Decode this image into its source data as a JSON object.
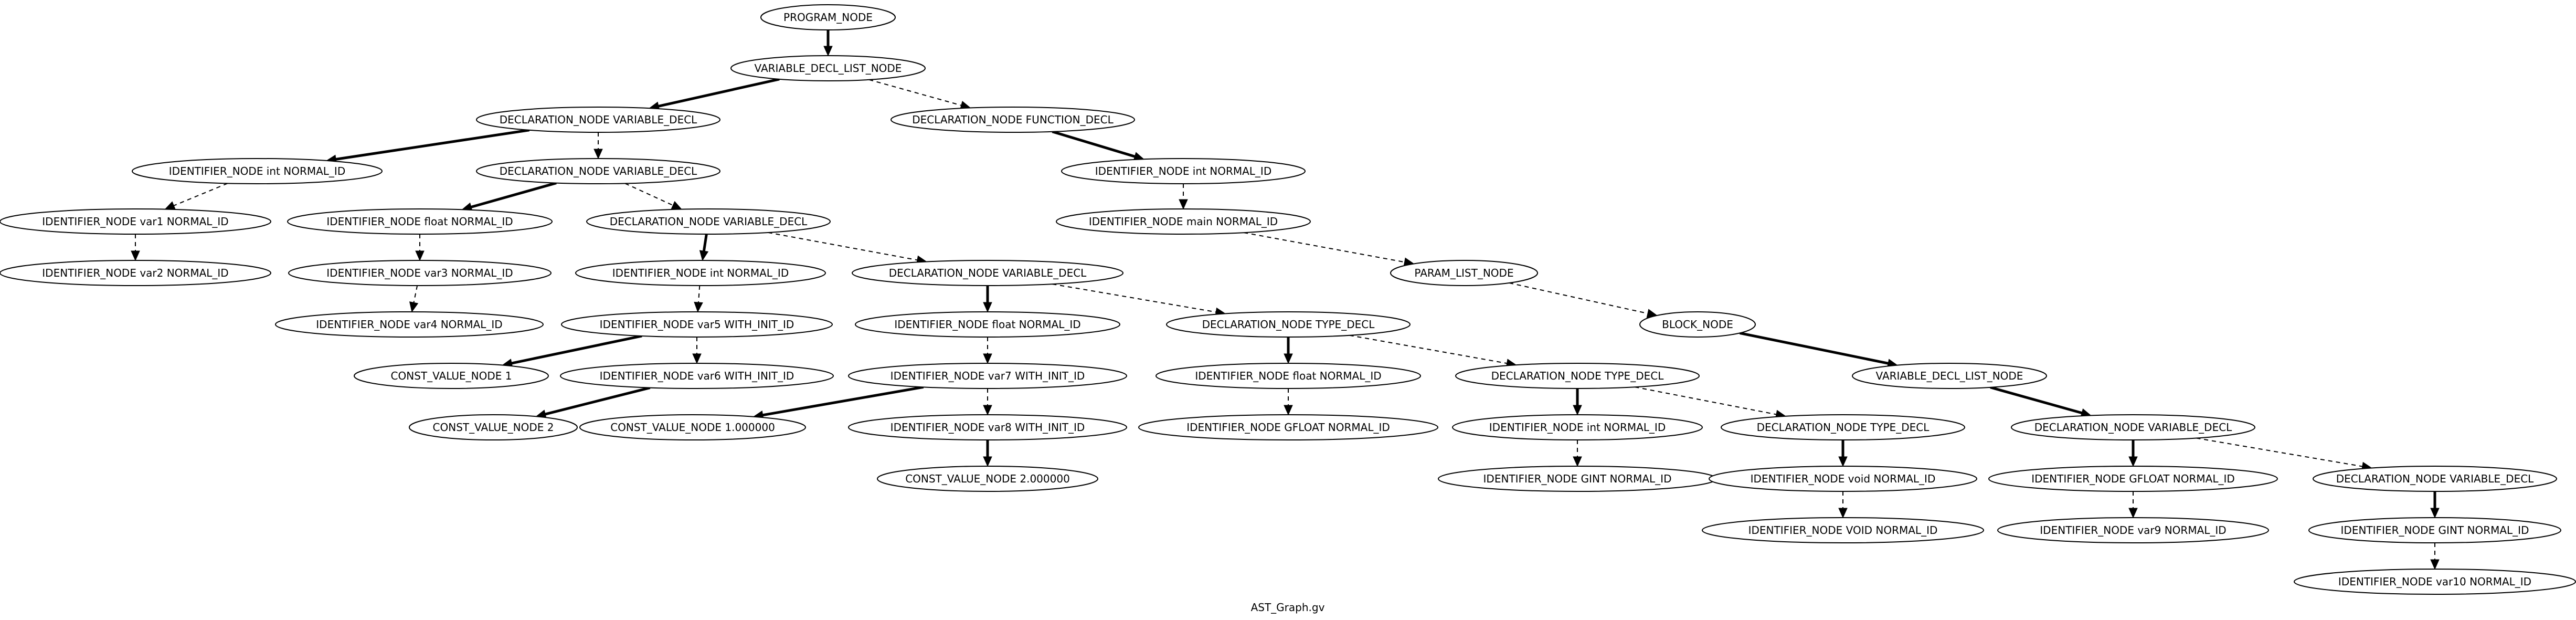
{
  "graph": {
    "caption": "AST_Graph.gv",
    "nodes": [
      {
        "id": "n0",
        "label": "PROGRAM_NODE"
      },
      {
        "id": "n1",
        "label": "VARIABLE_DECL_LIST_NODE"
      },
      {
        "id": "n2",
        "label": "DECLARATION_NODE VARIABLE_DECL"
      },
      {
        "id": "n3",
        "label": "DECLARATION_NODE FUNCTION_DECL"
      },
      {
        "id": "n4",
        "label": "IDENTIFIER_NODE int NORMAL_ID"
      },
      {
        "id": "n5",
        "label": "DECLARATION_NODE VARIABLE_DECL"
      },
      {
        "id": "n6",
        "label": "IDENTIFIER_NODE var1 NORMAL_ID"
      },
      {
        "id": "n7",
        "label": "IDENTIFIER_NODE var2 NORMAL_ID"
      },
      {
        "id": "n8",
        "label": "IDENTIFIER_NODE float NORMAL_ID"
      },
      {
        "id": "n9",
        "label": "DECLARATION_NODE VARIABLE_DECL"
      },
      {
        "id": "n10",
        "label": "IDENTIFIER_NODE var3 NORMAL_ID"
      },
      {
        "id": "n11",
        "label": "IDENTIFIER_NODE var4 NORMAL_ID"
      },
      {
        "id": "n12",
        "label": "IDENTIFIER_NODE int NORMAL_ID"
      },
      {
        "id": "n13",
        "label": "DECLARATION_NODE VARIABLE_DECL"
      },
      {
        "id": "n14",
        "label": "IDENTIFIER_NODE var5 WITH_INIT_ID"
      },
      {
        "id": "n15",
        "label": "CONST_VALUE_NODE 1"
      },
      {
        "id": "n16",
        "label": "IDENTIFIER_NODE var6 WITH_INIT_ID"
      },
      {
        "id": "n17",
        "label": "CONST_VALUE_NODE 2"
      },
      {
        "id": "n18",
        "label": "IDENTIFIER_NODE float NORMAL_ID"
      },
      {
        "id": "n19",
        "label": "DECLARATION_NODE TYPE_DECL"
      },
      {
        "id": "n20",
        "label": "IDENTIFIER_NODE var7 WITH_INIT_ID"
      },
      {
        "id": "n21",
        "label": "CONST_VALUE_NODE 1.000000"
      },
      {
        "id": "n22",
        "label": "IDENTIFIER_NODE var8 WITH_INIT_ID"
      },
      {
        "id": "n23",
        "label": "CONST_VALUE_NODE 2.000000"
      },
      {
        "id": "n24",
        "label": "IDENTIFIER_NODE float NORMAL_ID"
      },
      {
        "id": "n25",
        "label": "DECLARATION_NODE TYPE_DECL"
      },
      {
        "id": "n26",
        "label": "IDENTIFIER_NODE GFLOAT NORMAL_ID"
      },
      {
        "id": "n27",
        "label": "IDENTIFIER_NODE int NORMAL_ID"
      },
      {
        "id": "n28",
        "label": "DECLARATION_NODE TYPE_DECL"
      },
      {
        "id": "n29",
        "label": "IDENTIFIER_NODE GINT NORMAL_ID"
      },
      {
        "id": "n30",
        "label": "IDENTIFIER_NODE void NORMAL_ID"
      },
      {
        "id": "n31",
        "label": "IDENTIFIER_NODE VOID NORMAL_ID"
      },
      {
        "id": "n32",
        "label": "IDENTIFIER_NODE int NORMAL_ID"
      },
      {
        "id": "n33",
        "label": "IDENTIFIER_NODE main NORMAL_ID"
      },
      {
        "id": "n34",
        "label": "PARAM_LIST_NODE"
      },
      {
        "id": "n35",
        "label": "BLOCK_NODE"
      },
      {
        "id": "n36",
        "label": "VARIABLE_DECL_LIST_NODE"
      },
      {
        "id": "n37",
        "label": "DECLARATION_NODE VARIABLE_DECL"
      },
      {
        "id": "n38",
        "label": "IDENTIFIER_NODE GFLOAT NORMAL_ID"
      },
      {
        "id": "n39",
        "label": "DECLARATION_NODE VARIABLE_DECL"
      },
      {
        "id": "n40",
        "label": "IDENTIFIER_NODE var9 NORMAL_ID"
      },
      {
        "id": "n41",
        "label": "IDENTIFIER_NODE GINT NORMAL_ID"
      },
      {
        "id": "n42",
        "label": "IDENTIFIER_NODE var10 NORMAL_ID"
      }
    ],
    "edges": [
      {
        "from": "n0",
        "to": "n1",
        "style": "solid"
      },
      {
        "from": "n1",
        "to": "n2",
        "style": "solid"
      },
      {
        "from": "n1",
        "to": "n3",
        "style": "dashed"
      },
      {
        "from": "n2",
        "to": "n4",
        "style": "solid"
      },
      {
        "from": "n2",
        "to": "n5",
        "style": "dashed"
      },
      {
        "from": "n4",
        "to": "n6",
        "style": "dashed"
      },
      {
        "from": "n6",
        "to": "n7",
        "style": "dashed"
      },
      {
        "from": "n5",
        "to": "n8",
        "style": "solid"
      },
      {
        "from": "n5",
        "to": "n9",
        "style": "dashed"
      },
      {
        "from": "n8",
        "to": "n10",
        "style": "dashed"
      },
      {
        "from": "n10",
        "to": "n11",
        "style": "dashed"
      },
      {
        "from": "n9",
        "to": "n12",
        "style": "solid"
      },
      {
        "from": "n9",
        "to": "n13",
        "style": "dashed"
      },
      {
        "from": "n12",
        "to": "n14",
        "style": "dashed"
      },
      {
        "from": "n14",
        "to": "n15",
        "style": "solid"
      },
      {
        "from": "n14",
        "to": "n16",
        "style": "dashed"
      },
      {
        "from": "n16",
        "to": "n17",
        "style": "solid"
      },
      {
        "from": "n13",
        "to": "n18",
        "style": "solid"
      },
      {
        "from": "n13",
        "to": "n19",
        "style": "dashed"
      },
      {
        "from": "n18",
        "to": "n20",
        "style": "dashed"
      },
      {
        "from": "n20",
        "to": "n21",
        "style": "solid"
      },
      {
        "from": "n20",
        "to": "n22",
        "style": "dashed"
      },
      {
        "from": "n22",
        "to": "n23",
        "style": "solid"
      },
      {
        "from": "n19",
        "to": "n24",
        "style": "solid"
      },
      {
        "from": "n19",
        "to": "n25",
        "style": "dashed"
      },
      {
        "from": "n24",
        "to": "n26",
        "style": "dashed"
      },
      {
        "from": "n25",
        "to": "n27",
        "style": "solid"
      },
      {
        "from": "n25",
        "to": "n28",
        "style": "dashed"
      },
      {
        "from": "n27",
        "to": "n29",
        "style": "dashed"
      },
      {
        "from": "n28",
        "to": "n30",
        "style": "solid"
      },
      {
        "from": "n30",
        "to": "n31",
        "style": "dashed"
      },
      {
        "from": "n3",
        "to": "n32",
        "style": "solid"
      },
      {
        "from": "n32",
        "to": "n33",
        "style": "dashed"
      },
      {
        "from": "n33",
        "to": "n34",
        "style": "dashed"
      },
      {
        "from": "n34",
        "to": "n35",
        "style": "dashed"
      },
      {
        "from": "n35",
        "to": "n36",
        "style": "solid"
      },
      {
        "from": "n36",
        "to": "n37",
        "style": "solid"
      },
      {
        "from": "n37",
        "to": "n38",
        "style": "solid"
      },
      {
        "from": "n37",
        "to": "n39",
        "style": "dashed"
      },
      {
        "from": "n38",
        "to": "n40",
        "style": "dashed"
      },
      {
        "from": "n39",
        "to": "n41",
        "style": "solid"
      },
      {
        "from": "n41",
        "to": "n42",
        "style": "dashed"
      }
    ]
  }
}
